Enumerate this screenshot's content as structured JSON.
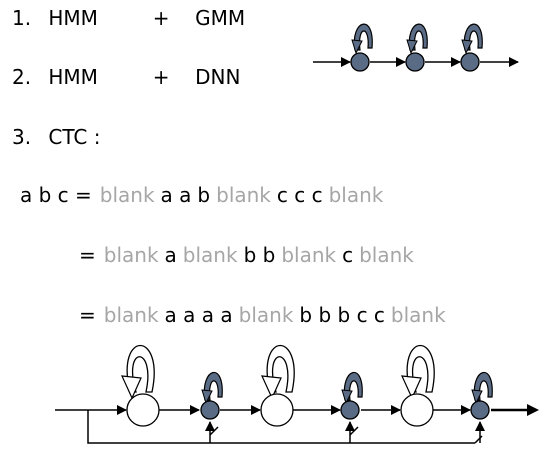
{
  "items": [
    {
      "num": "1.",
      "left": "HMM",
      "op": "+",
      "right": "GMM"
    },
    {
      "num": "2.",
      "left": "HMM",
      "op": "+",
      "right": "DNN"
    },
    {
      "num": "3.",
      "label": "CTC :"
    }
  ],
  "ctc_rows": [
    {
      "prefix": "a b c =",
      "tokens": [
        {
          "t": "blank",
          "blank": true
        },
        {
          "t": "a a",
          "blank": false
        },
        {
          "t": "b",
          "blank": false
        },
        {
          "t": "blank",
          "blank": true
        },
        {
          "t": "c c c",
          "blank": false
        },
        {
          "t": "blank",
          "blank": true
        }
      ]
    },
    {
      "prefix": "=",
      "tokens": [
        {
          "t": "blank",
          "blank": true
        },
        {
          "t": "a",
          "blank": false
        },
        {
          "t": "blank",
          "blank": true
        },
        {
          "t": "b b",
          "blank": false
        },
        {
          "t": "blank",
          "blank": true
        },
        {
          "t": "c",
          "blank": false
        },
        {
          "t": "blank",
          "blank": true
        }
      ]
    },
    {
      "prefix": "=",
      "tokens": [
        {
          "t": "blank",
          "blank": true
        },
        {
          "t": "a a a a",
          "blank": false
        },
        {
          "t": "blank",
          "blank": true
        },
        {
          "t": "b b b c c",
          "blank": false
        },
        {
          "t": "blank",
          "blank": true
        }
      ]
    }
  ],
  "colors": {
    "text": "#000000",
    "blank": "#a6a6a6",
    "state_fill": "#5a6b85",
    "blank_state_fill": "#ffffff",
    "stroke": "#000000"
  }
}
